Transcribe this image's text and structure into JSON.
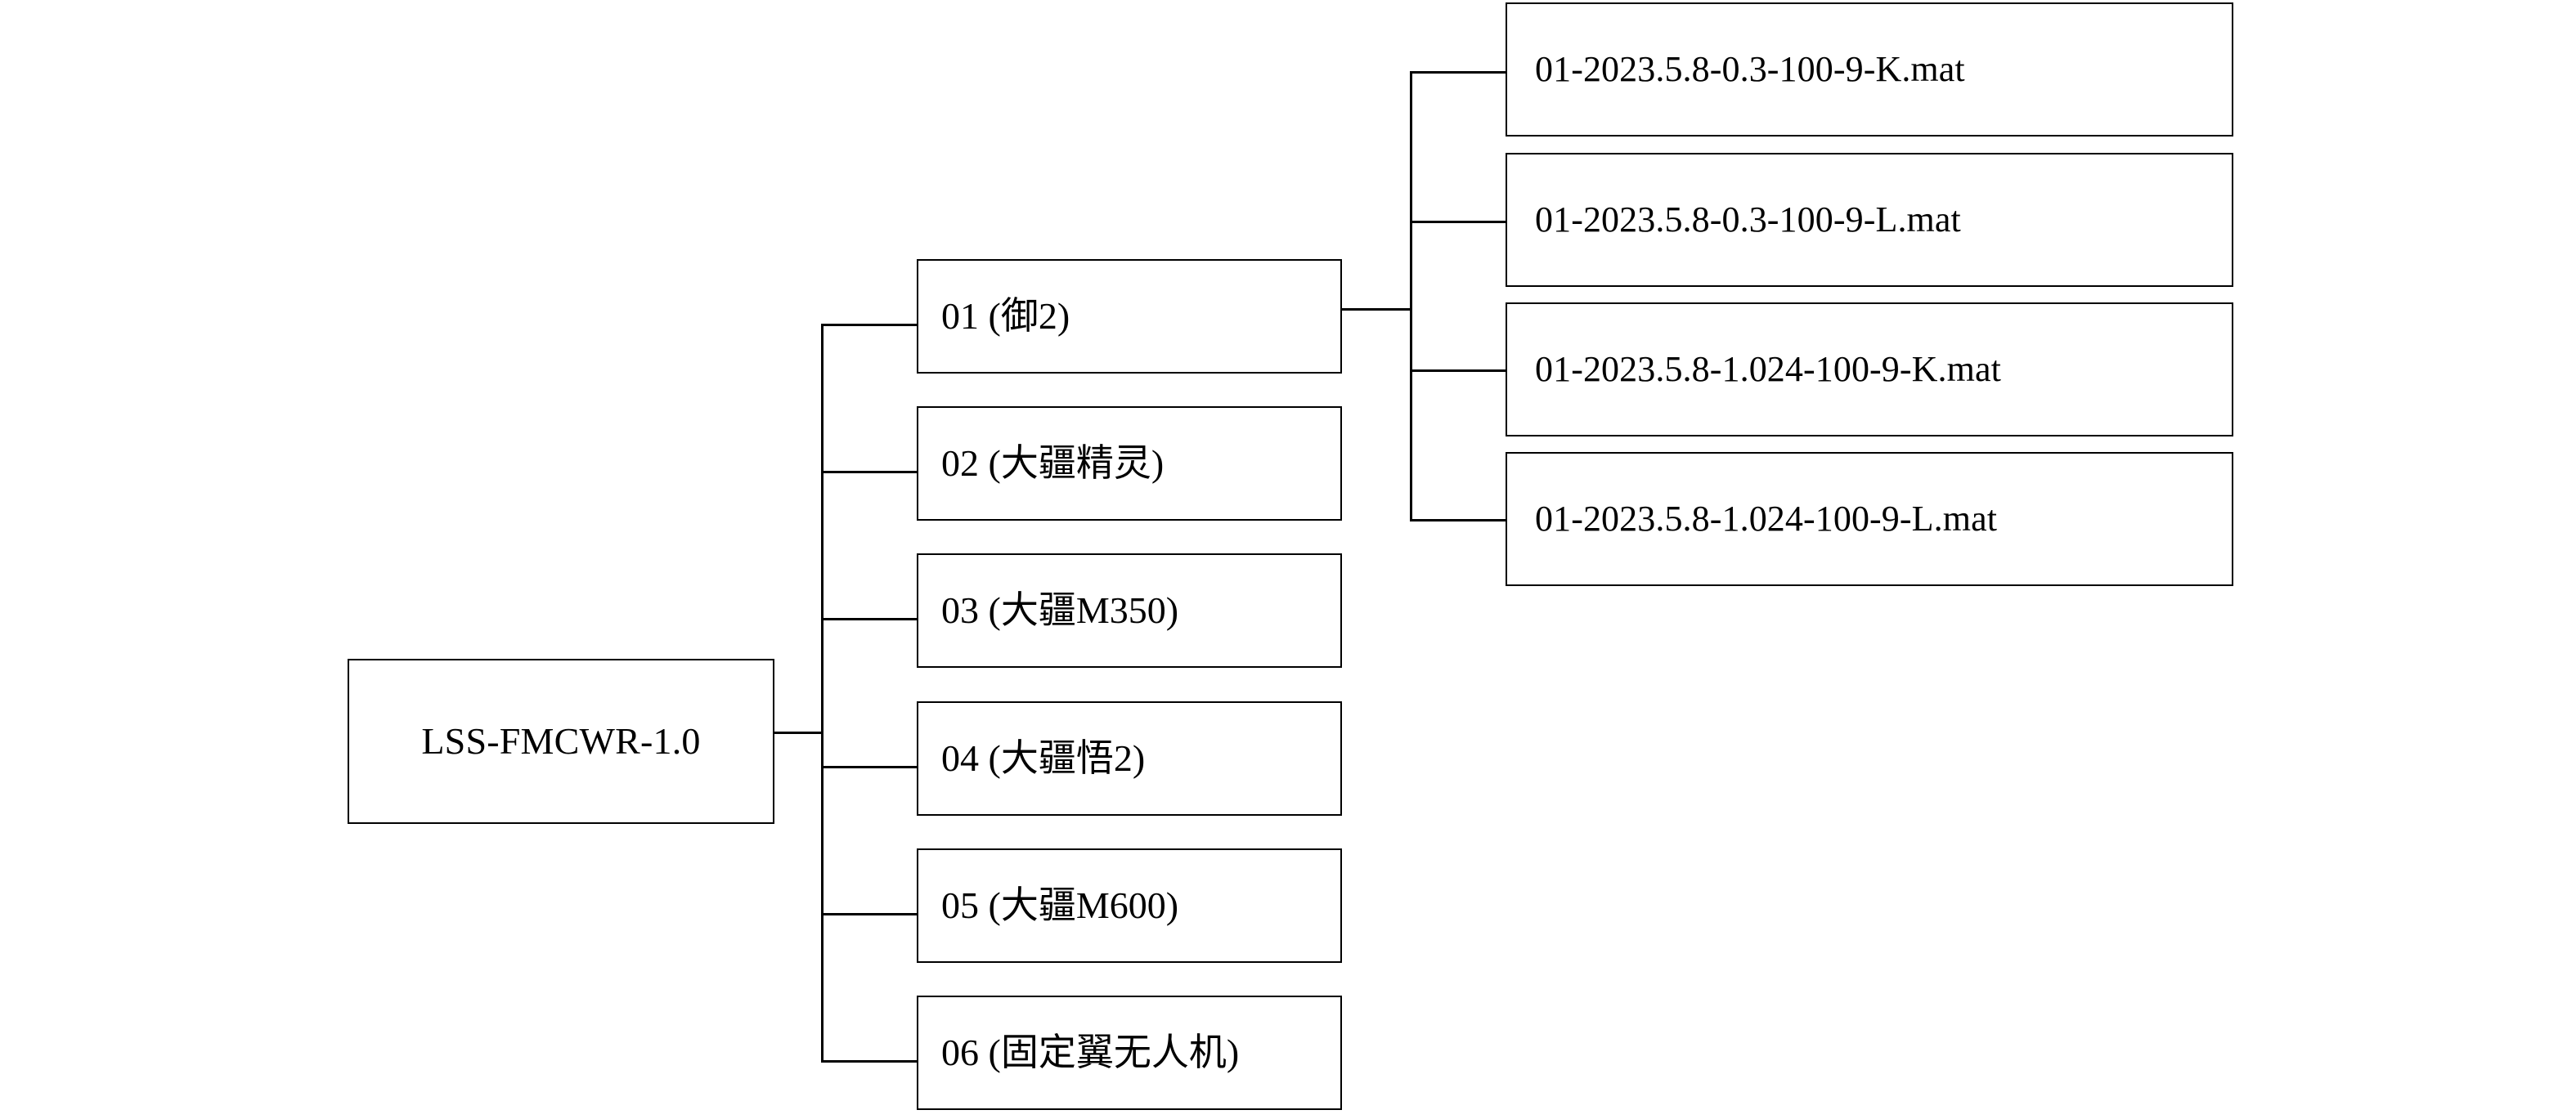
{
  "diagram": {
    "title": "LSS-FMCWR-1.0 dataset directory tree",
    "type": "tree",
    "orientation": "left-to-right",
    "background_color": "#ffffff",
    "line_color": "#000000",
    "text_color": "#000000"
  },
  "root": {
    "label": "LSS-FMCWR-1.0"
  },
  "categories": [
    {
      "id": "01",
      "label": "01 (御2)"
    },
    {
      "id": "02",
      "label": "02 (大疆精灵)"
    },
    {
      "id": "03",
      "label": "03 (大疆M350)"
    },
    {
      "id": "04",
      "label": "04 (大疆悟2)"
    },
    {
      "id": "05",
      "label": "05 (大疆M600)"
    },
    {
      "id": "06",
      "label": "06 (固定翼无人机)"
    }
  ],
  "files": [
    {
      "label": "01-2023.5.8-0.3-100-9-K.mat"
    },
    {
      "label": "01-2023.5.8-0.3-100-9-L.mat"
    },
    {
      "label": "01-2023.5.8-1.024-100-9-K.mat"
    },
    {
      "label": "01-2023.5.8-1.024-100-9-L.mat"
    }
  ]
}
